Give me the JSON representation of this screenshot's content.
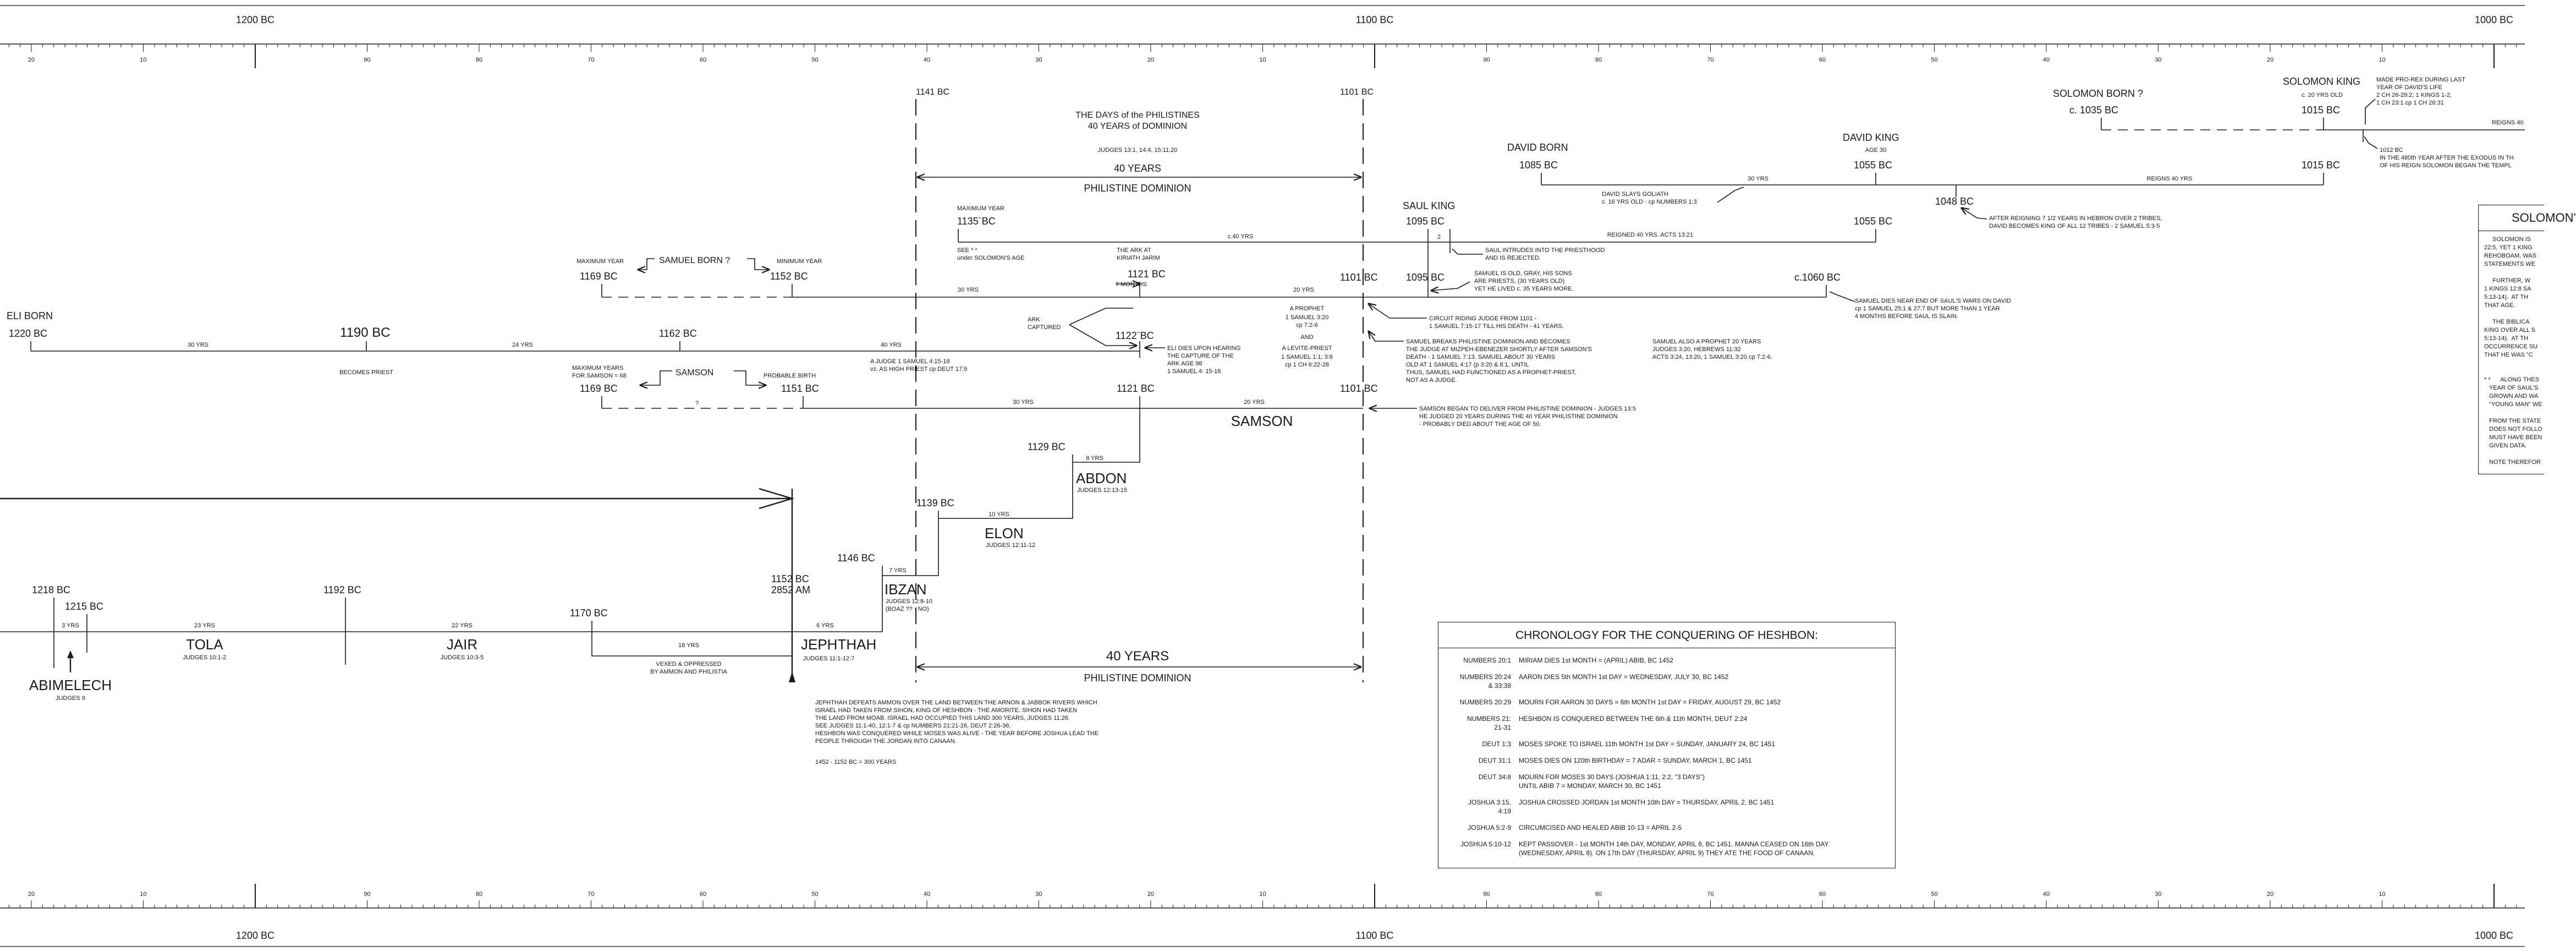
{
  "ruler": {
    "century_labels": [
      "1200 BC",
      "1100 BC",
      "1000 BC"
    ],
    "decade_labels": [
      "20",
      "10",
      "90",
      "80",
      "70",
      "60",
      "50",
      "40",
      "30",
      "20",
      "10",
      "90",
      "80",
      "70",
      "60",
      "50",
      "40",
      "30",
      "20",
      "10"
    ]
  },
  "texts": {
    "days_title_1": "THE DAYS of the PHILISTINES",
    "days_title_2": "40 YEARS of DOMINION",
    "days_ref": "JUDGES 13:1, 14:4, 15:11,20",
    "forty_years_top": "40 YEARS",
    "phil_dominion_top": "PHILISTINE DOMINION",
    "forty_years_bottom": "40 YEARS",
    "phil_dominion_bottom": "PHILISTINE DOMINION",
    "bc1141": "1141 BC",
    "bc1101_top": "1101 BC",
    "max_year": "MAXIMUM YEAR",
    "bc1135": "1135¨BC",
    "see_solomon": "SEE * *",
    "see_solomon2": "under SOLOMON'S AGE",
    "c40yrs": "c.40 YRS",
    "ark_kiriath1": "THE ARK AT",
    "ark_kiriath2": "KIRIATH JARIM",
    "seven_months": "7 MONTHS",
    "bc1121_a": "1121 BC",
    "thirty_yrs_a": "30 YRS",
    "twenty_yrs_a": "20 YRS",
    "bc1101_a": "1101 BC",
    "samuel_born": "SAMUEL BORN ?",
    "max_year_s": "MAXIMUM YEAR",
    "min_year_s": "MINIMUM YEAR",
    "bc1169_a": "1169 BC",
    "bc1152_a": "1152 BC",
    "eli_born": "ELI BORN",
    "bc1220": "1220 BC",
    "bc1190": "1190 BC",
    "bc1162": "1162 BC",
    "thirty_yrs_eli": "30 YRS",
    "twentyfour_yrs": "24 YRS",
    "forty_yrs_eli": "40 YRS",
    "becomes_priest": "BECOMES PRIEST",
    "judge_ref": "A JUDGE 1 SAMUEL 4:15-18",
    "judge_ref2": "vz. AS HIGH PRIEST cp DEUT 17:9",
    "ark_captured1": "ARK",
    "ark_captured2": "CAPTURED",
    "bc1122": "1122¨BC",
    "eli_dies1": "ELI DIES UPON HEARING",
    "eli_dies2": "THE CAPTURE OF THE",
    "eli_dies3": "ARK  AGE 98",
    "eli_dies4": "1 SAMUEL 4: 15-18",
    "prophet1": "A PROPHET",
    "prophet2": "1 SAMUEL 3:20",
    "prophet3": "cp 7:2-6",
    "prophet4": "AND",
    "prophet5": "A LEVITE-PRIEST",
    "prophet6": "1 SAMUEL 1:1; 3:6",
    "prophet7": "cp 1 CH 6:22-28",
    "max_samson1": "MAXIMUM YEARS",
    "max_samson2": "FOR SAMSON = 68",
    "samson_label": "SAMSON",
    "probable_birth": "PROBABLE BIRTH",
    "bc1169_b": "1169 BC",
    "bc1151": "1151 BC",
    "q_mark": "?",
    "bc1121_b": "1121 BC",
    "bc1101_b": "1101 BC",
    "thirty_yrs_b": "30 YRS",
    "twenty_yrs_b": "20 YRS",
    "samson_big": "SAMSON",
    "samson_note1": "SAMSON BEGAN TO DELIVER FROM PHILISTINE DOMINION - JUDGES 13:5",
    "samson_note2": "HE JUDGED 20 YEARS DURING THE 40 YEAR PHILISTINE DOMINION",
    "samson_note3": "- PROBABLY DIED ABOUT THE AGE OF 50.",
    "bc1129": "1129 BC",
    "eight_yrs": "8 YRS",
    "abdon": "ABDON",
    "abdon_ref": "JUDGES 12:13-15",
    "bc1139": "1139 BC",
    "ten_yrs": "10 YRS",
    "elon": "ELON",
    "elon_ref": "JUDGES 12:11-12",
    "bc1146": "1146 BC",
    "seven_yrs": "7 YRS",
    "ibzan": "IBZAN",
    "ibzan_ref1": "JUDGES 12:8-10",
    "ibzan_ref2": "(BOAZ ?? - NO)",
    "bc1152_b": "1152 BC",
    "am2852": "2852 AM",
    "six_yrs": "6 YRS",
    "jephthah": "JEPHTHAH",
    "jephthah_ref": "JUDGES 11:1-12:7",
    "bc1218": "1218 BC",
    "bc1215": "1215 BC",
    "three_yrs": "3 YRS",
    "twentythree_yrs": "23 YRS",
    "tola": "TOLA",
    "tola_ref": "JUDGES 10:1-2",
    "abimelech": "ABIMELECH",
    "abimelech_ref": "JUDGES 9",
    "bc1192": "1192 BC",
    "twentytwo_yrs": "22 YRS",
    "jair": "JAIR",
    "jair_ref": "JUDGES 10:3-5",
    "bc1170": "1170 BC",
    "eighteen_yrs": "18 YRS",
    "vexed1": "VEXED & OPPRESSED",
    "vexed2": "BY AMMON AND PHILISTIA",
    "jeph_note1": "JEPHTHAH DEFEATS AMMON OVER THE LAND BETWEEN THE ARNON & JABBOK RIVERS WHICH",
    "jeph_note2": "ISRAEL HAD TAKEN FROM SIHON, KING OF HESHBON - THE AMORITE.  SIHON HAD TAKEN",
    "jeph_note3": "THE LAND FROM MOAB.  ISRAEL HAD OCCUPIED THIS LAND 300 YEARS, JUDGES 11:26.",
    "jeph_note4": "SEE JUDGES 11:1-40, 12:1-7 & cp NUMBERS 21:21-26, DEUT 2:26-36.",
    "jeph_note5": "HESHBON WAS CONQUERED WHILE MOSES WAS ALIVE - THE YEAR BEFORE JOSHUA LEAD THE",
    "jeph_note6": "PEOPLE THROUGH THE JORDAN INTO CANAAN.",
    "jeph_note7": "1452 - 1152 BC = 300 YEARS",
    "saul_king": "SAUL KING",
    "bc1095_a": "1095 BC",
    "bc1095_b": "1095 BC",
    "two": "2",
    "saul_intrudes1": "SAUL INTRUDES INTO THE PRIESTHOOD",
    "saul_intrudes2": "AND IS REJECTED.",
    "samuel_old1": "SAMUEL IS OLD, GRAY, HIS SONS",
    "samuel_old2": "ARE PRIESTS, (30 YEARS OLD)",
    "samuel_old3": "YET HE LIVED c. 35 YEARS MORE.",
    "circuit1": "CIRCUIT RIDING JUDGE FROM 1101 -",
    "circuit2": "1 SAMUEL 7:15-17 TILL HIS DEATH - 41 YEARS.",
    "breaks1": "SAMUEL BREAKS PHILISTINE DOMINION AND BECOMES",
    "breaks2": "THE JUDGE AT MIZPEH-EBENEZER SHORTLY AFTER SAMSON'S",
    "breaks3": "DEATH - 1 SAMUEL 7:13.  SAMUEL ABOUT 30 YEARS",
    "breaks4": "OLD AT 1 SAMUEL 4:17 (p 3:20 & 8:1, UNTIL",
    "breaks5": "THUS, SAMUEL HAD FUNCTIONED AS A PROPHET-PRIEST,",
    "breaks6": "NOT AS A JUDGE.",
    "samuel_prophet1": "SAMUEL ALSO A PROPHET 20 YEARS",
    "samuel_prophet2": "JUDGES 3:20, HEBREWS 11:32",
    "samuel_prophet3": "ACTS 3:24, 13:20, 1 SAMUEL 3:20 cp 7:2-6.",
    "bc1055_a": "1055 BC",
    "reigned40": "REIGNED 40 YRS.  ACTS 13:21",
    "c1060": "c.1060 BC",
    "samuel_dies1": "SAMUEL DIES NEAR END OF SAUL'S WARS ON DAVID",
    "samuel_dies2": "cp 1 SAMUEL 25:1 & 27:7 BUT MORE THAN 1 YEAR",
    "samuel_dies3": "4 MONTHS BEFORE SAUL IS SLAIN.",
    "david_born": "DAVID BORN",
    "bc1085": "1085 BC",
    "david_king": "DAVID KING",
    "age30": "AGE 30",
    "bc1055_b": "1055 BC",
    "thirty_yrs_d": "30 YRS",
    "reigns40": "REIGNS 40 YRS",
    "bc1015_b": "1015 BC",
    "goliath1": "DAVID SLAYS GOLIATH",
    "goliath2": "c. 16 YRS OLD - cp NUMBERS 1:3",
    "bc1048": "1048 BC",
    "hebron1": "AFTER REIGNING 7 1/2 YEARS IN HEBRON OVER 2 TRIBES,",
    "hebron2": "DAVID BECOMES KING OF ALL 12 TRIBES - 2 SAMUEL 5:3-5",
    "solomon_born": "SOLOMON BORN ?",
    "c1035": "c. 1035 BC",
    "solomon_king": "SOLOMON KING",
    "c20yrs": "c. 20 YRS OLD",
    "bc1015_a": "1015 BC",
    "prorex1": "MADE PRO-REX DURING LAST",
    "prorex2": "YEAR OF DAVID'S LIFE",
    "prorex3": "2 CH 26-29:2; 1 KINGS 1-2,",
    "prorex4": "1 CH 23:1 cp 1 CH 26:31",
    "reigns40_sol": "REIGNS 40",
    "bc1012": "1012 BC",
    "year480_1": "IN THE 480th YEAR AFTER THE EXODUS IN TH",
    "year480_2": "OF HIS REIGN SOLOMON BEGAN THE TEMPL"
  },
  "solomon_box": {
    "title": "SOLOMON'",
    "body": "     SOLOMON IS\n22:5, YET 1 KING\nREHOBOAM, WAS\nSTATEMENTS WE\n\n     FURTHER, W\n1 KINGS 12:8 SA\n5:13-14).  AT TH\nTHAT AGE.\n\n     THE BIBLICA\nKING OVER ALL S\n5:13-14).  AT TH\nOCCURRENCE SU\nTHAT HE WAS \"C\n\n\n* *      ALONG THES\n   YEAR OF SAUL'S\n   GROWN AND WA\n   \"YOUNG MAN\" WE\n\n   FROM THE STATE\n   DOES NOT FOLLO\n   MUST HAVE BEEN\n   GIVEN DATA.\n\n   NOTE THEREFOR"
  },
  "heshbon_table": {
    "title": "CHRONOLOGY FOR THE CONQUERING OF HESHBON:",
    "rows": [
      {
        "ref": "NUMBERS 20:1",
        "text": "MIRIAM DIES 1st MONTH = (APRIL) ABIB, BC 1452"
      },
      {
        "ref": "NUMBERS 20:24\n& 33:38",
        "text": "AARON DIES 5th MONTH 1st DAY = WEDNESDAY, JULY 30, BC 1452"
      },
      {
        "ref": "NUMBERS 20:29",
        "text": "MOURN FOR AARON 30 DAYS = 6th MONTH 1st DAY = FRIDAY, AUGUST 29, BC 1452"
      },
      {
        "ref": "NUMBERS 21:\n21-31",
        "text": "HESHBON IS CONQUERED BETWEEN THE 6th & 11th MONTH, DEUT 2:24"
      },
      {
        "ref": "DEUT 1:3",
        "text": "MOSES SPOKE TO ISRAEL 11th MONTH 1st DAY = SUNDAY, JANUARY 24, BC 1451"
      },
      {
        "ref": "DEUT 31:1",
        "text": "MOSES DIES ON 120th BIRTHDAY = 7 ADAR = SUNDAY, MARCH 1, BC 1451"
      },
      {
        "ref": "DEUT 34:8",
        "text": "MOURN FOR MOSES 30 DAYS (JOSHUA 1:11, 2:2, \"3 DAYS\")\nUNTIL ABIB 7 = MONDAY, MARCH 30, BC 1451"
      },
      {
        "ref": "JOSHUA 3:15,\n4:19",
        "text": "JOSHUA CROSSED JORDAN 1st MONTH 10th DAY = THURSDAY, APRIL 2, BC 1451"
      },
      {
        "ref": "JOSHUA 5:2-9",
        "text": "CIRCUMCISED AND HEALED ABIB 10-13 = APRIL 2-5"
      },
      {
        "ref": "JOSHUA 5:10-12",
        "text": "KEPT PASSOVER - 1st MONTH 14th DAY, MONDAY, APRIL 6, BC 1451.  MANNA CEASED ON 16th DAY\n(WEDNESDAY, APRIL 8).  ON 17th DAY (THURSDAY, APRIL 9) THEY ATE THE FOOD OF CANAAN."
      }
    ]
  }
}
